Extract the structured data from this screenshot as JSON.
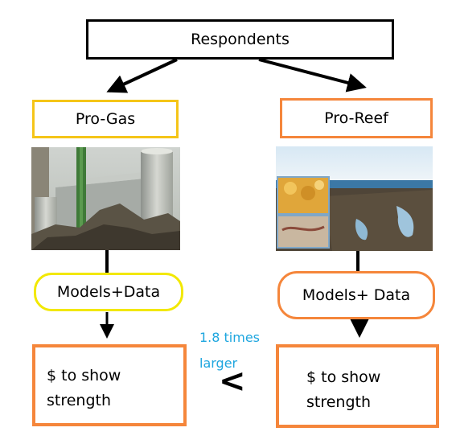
{
  "diagram": {
    "root": {
      "label": "Respondents"
    },
    "left": {
      "group_label": "Pro-Gas",
      "photo_icon": "industrial-plant-photo",
      "step_label": "Models+Data",
      "result_line1": "$ to show",
      "result_line2": "strength"
    },
    "right": {
      "group_label": "Pro-Reef",
      "photo_icon": "coastal-reef-photo",
      "step_label": "Models+ Data",
      "result_line1": "$ to show",
      "result_line2": "strength"
    },
    "comparison": {
      "line1": "1.8 times",
      "line2": "larger",
      "symbol": "<"
    }
  },
  "colors": {
    "black": "#000000",
    "yellow_orange": "#f5c518",
    "yellow": "#f2e800",
    "orange": "#f5863b",
    "blue_text": "#1ea6df"
  }
}
